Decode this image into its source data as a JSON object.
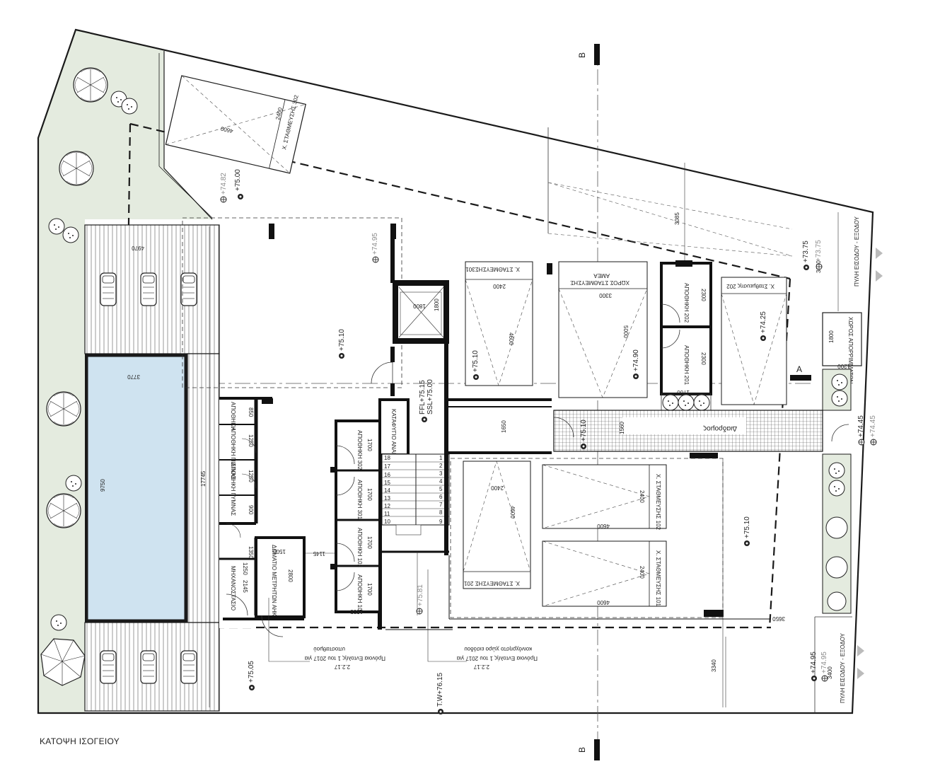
{
  "title": "ΚΑΤΟΨΗ ΙΣΟΓΕΙΟΥ",
  "section_marks": {
    "b_top": "B",
    "b_bottom": "B",
    "a_left": "A",
    "a_right": "A"
  },
  "levels": {
    "l1": "+74.82",
    "l2": "+75.00",
    "l3": "+74.95",
    "l4": "+75.10",
    "l5": "+75.10",
    "l6": "FFL+75.15",
    "l7": "SSL+75.00",
    "l8": "+74.90",
    "l9": "+74.25",
    "l10": "+75.10",
    "l11": "+73.75",
    "l12": "+73.75",
    "l13": "+74.45",
    "l14": "+74.45",
    "l15": "+75.10",
    "l16": "+75.81",
    "l17": "+75.05",
    "l18": "T.W+76.15",
    "l19": "+74.95",
    "l20": "+74.95"
  },
  "dimensions": {
    "d_4600a": "4600",
    "d_2400a": "2400",
    "d_4970": "4970",
    "d_3770": "3770",
    "d_9750": "9750",
    "d_17745": "17745",
    "d_1800a": "1800",
    "d_1800b": "1800",
    "d_2400b": "2400",
    "d_4600b": "4600",
    "d_3300": "3300",
    "d_5000": "5000",
    "d_2300a": "2300",
    "d_2300b": "2300",
    "d_1700a": "1700",
    "d_3085": "3085",
    "d_3660": "3660",
    "d_1800c": "1800",
    "d_1200": "1200",
    "d_1650": "1650",
    "d_1560": "1560",
    "d_850": "850",
    "d_1250a": "1250",
    "d_1250b": "1250",
    "d_900": "900",
    "d_1350": "1350",
    "d_1250c": "1250",
    "d_2145": "2145",
    "d_1500": "1500",
    "d_2800": "2800",
    "d_1145": "1145",
    "d_1700b": "1700",
    "d_1700c": "1700",
    "d_1700d": "1700",
    "d_1700e": "1700",
    "d_1555": "1555",
    "d_2400c": "2400",
    "d_4600c": "4600",
    "d_2400d": "2400",
    "d_4600d": "4600",
    "d_2400e": "2400",
    "d_4600e": "4600",
    "d_3650": "3650",
    "d_3340": "3340",
    "d_3400": "3400"
  },
  "rooms": {
    "parking_202": "Χ. ΣΤΑΘΜΕΥΣΗΣ 302",
    "parking_301": "Χ. ΣΤΑΘΜΕΥΣΗΣ301",
    "parking_amea": "ΧΩΡΟΣ ΣΤΑΘΜΕΥΣΗΣ",
    "parking_amea2": "ΑΜΕΑ",
    "storage_202": "ΑΠΟΘΗΚΗ 202",
    "storage_201": "ΑΠΟΘΗΚΗ 201",
    "parking_202b": "Χ. Σταθμευσης 202",
    "bin_room": "ΧΩΡΟΣ ΑΠΟΡΡΙΜΜΑΤΩΝ",
    "corridor": "Διαδρομος",
    "shelter": "ΚΑΤΑΦΥΓΙΟ ΑΝΑΠΗΡΩΝ",
    "storage_302": "ΑΠΟΘΗΚΗ 302",
    "storage_301": "ΑΠΟΘΗΚΗ 301",
    "storage_102": "ΑΠΟΘΗΚΗ 102",
    "storage_101": "ΑΠΟΘΗΚΗ 101",
    "storage_small": "ΑΠΟΘΗΚΗ",
    "pool_tech1": "ΑΠΟΘΗΚΗ ΠΙΣΙΝΑΣ",
    "pool_tech2": "ΑΠΟΘΗΚΗ ΓΥΜΝΑΣ",
    "machine_room": "ΜΗΧΑΝΟΣΤΑΣΙΟ",
    "meter_room": "ΔΩΜΑΤΙΟ ΜΕΤΡΗΤΩΝ ΑΗΚ",
    "parking_201": "Χ. ΣΤΑΘΜΕΥΣΗΣ 201",
    "parking_102": "Χ. ΣΤΑΘΜΕΥΣΗΣ 102",
    "parking_101": "Χ. ΣΤΑΘΜΕΥΣΗΣ 101",
    "gate_top": "ΠΥΛΗ ΕΙΣΟΔΟΥ - ΕΞΟΔΟΥ",
    "gate_bottom": "ΠΥΛΗ ΕΙΣΟΔΟΥ - ΕΞΟΔΟΥ"
  },
  "stairs": [
    "1",
    "2",
    "3",
    "4",
    "5",
    "6",
    "7",
    "8",
    "9",
    "10",
    "11",
    "12",
    "13",
    "14",
    "15",
    "16",
    "17",
    "18"
  ],
  "notes": {
    "n1_line1": "2.2.17",
    "n1_line2": "Πρόνοια Εντολής 1 του 2017 για",
    "n1_line3": "υποσταθμού",
    "n2_line1": "2.2.17",
    "n2_line2": "Πρόνοια Εντολής 1 του 2017 για",
    "n2_line3": "κοινόχρηστο χώρο εισόδου"
  },
  "colors": {
    "pool": "#cfe3f0",
    "garden": "#e4ebdf",
    "line": "#1a1a1a"
  }
}
